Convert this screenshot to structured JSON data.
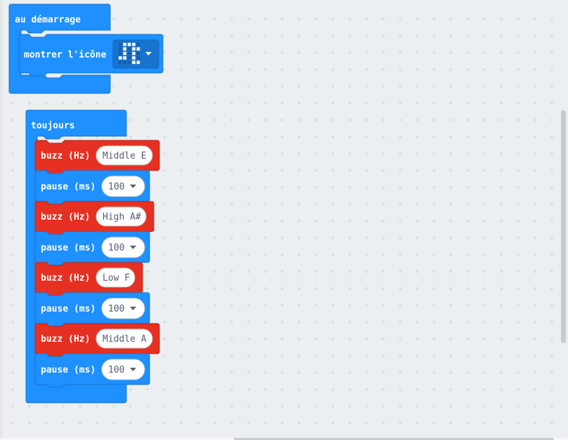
{
  "on_start": {
    "label": "au démarrage",
    "show_icon_label": "montrer l'icône",
    "icon_name": "snake-icon",
    "icon_grid": [
      [
        0,
        1,
        1,
        1,
        0
      ],
      [
        0,
        1,
        0,
        1,
        1
      ],
      [
        0,
        1,
        0,
        1,
        0
      ],
      [
        1,
        1,
        0,
        1,
        0
      ],
      [
        0,
        0,
        0,
        1,
        1
      ]
    ]
  },
  "forever": {
    "label": "toujours",
    "steps": [
      {
        "buzz_label": "buzz (Hz)",
        "note": "Middle E",
        "pause_label": "pause (ms)",
        "pause_value": "100"
      },
      {
        "buzz_label": "buzz (Hz)",
        "note": "High A#",
        "pause_label": "pause (ms)",
        "pause_value": "100"
      },
      {
        "buzz_label": "buzz (Hz)",
        "note": "Low F",
        "pause_label": "pause (ms)",
        "pause_value": "100"
      },
      {
        "buzz_label": "buzz (Hz)",
        "note": "Middle A",
        "pause_label": "pause (ms)",
        "pause_value": "100"
      }
    ]
  },
  "colors": {
    "basic_blue": "#1e90ff",
    "basic_blue_dark": "#1873cc",
    "music_red": "#e63022",
    "music_red_dark": "#b8261b",
    "workspace": "#eceff1"
  }
}
